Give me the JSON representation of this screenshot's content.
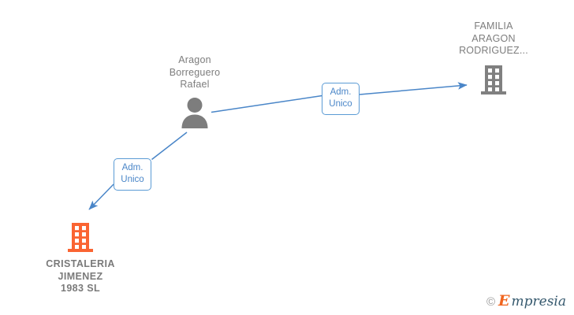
{
  "diagram": {
    "type": "org-relationship-graph",
    "background_color": "#ffffff",
    "edge_color": "#4a86c8",
    "nodes": [
      {
        "id": "person",
        "kind": "person",
        "label": "Aragon\nBorreguero\nRafael",
        "icon": "person-silhouette-icon",
        "icon_color": "#7d7d7d",
        "label_position": "above",
        "bold": false
      },
      {
        "id": "company-familia",
        "kind": "company",
        "label": "FAMILIA\nARAGON\nRODRIGUEZ...",
        "icon": "office-building-icon",
        "icon_color": "#808080",
        "label_position": "above",
        "bold": false
      },
      {
        "id": "company-cristaleria",
        "kind": "company",
        "label": "CRISTALERIA\nJIMENEZ\n1983  SL",
        "icon": "office-building-icon",
        "icon_color": "#fa6432",
        "label_position": "below",
        "bold": true
      }
    ],
    "edges": [
      {
        "id": "edge-person-to-familia",
        "from": "person",
        "to": "company-familia",
        "label": "Adm.\nUnico",
        "direction": "forward"
      },
      {
        "id": "edge-person-to-cristaleria",
        "from": "person",
        "to": "company-cristaleria",
        "label": "Adm.\nUnico",
        "direction": "forward"
      }
    ]
  },
  "watermark": {
    "copyright": "©",
    "brand_initial": "E",
    "brand_rest": "mpresia",
    "initial_color": "#f0651f",
    "rest_color": "#36596e"
  }
}
